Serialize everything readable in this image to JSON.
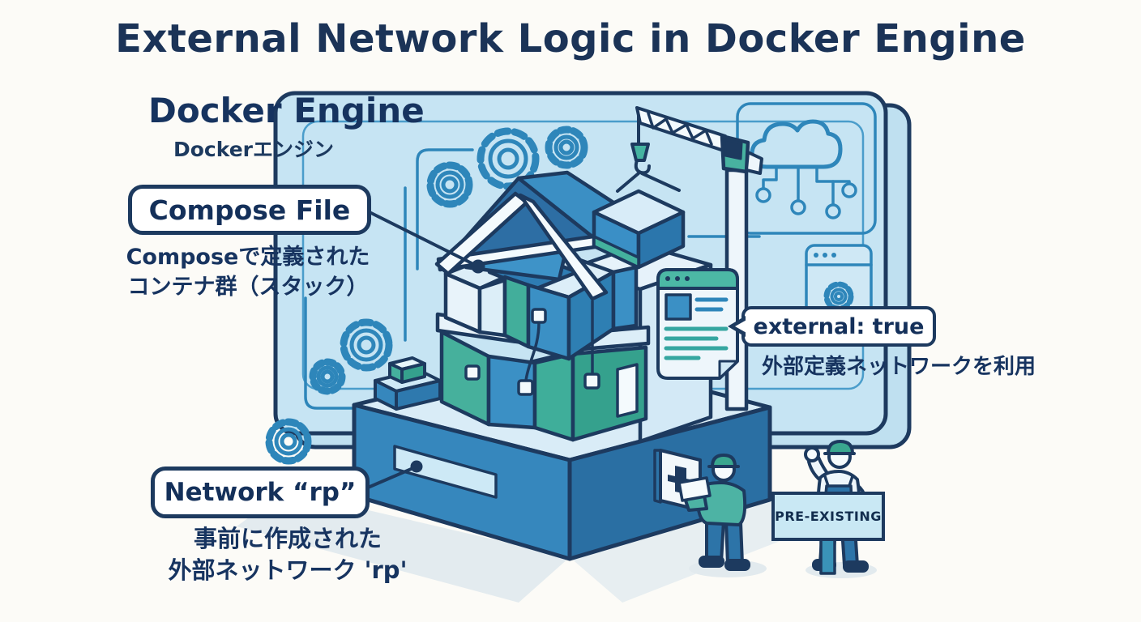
{
  "title": "External Network Logic in Docker Engine",
  "docker_engine": {
    "heading": "Docker Engine",
    "heading_jp": "Dockerエンジン"
  },
  "callouts": {
    "compose_file": {
      "label": "Compose File",
      "desc_line1": "Composeで定義された",
      "desc_line2": "コンテナ群（スタック）"
    },
    "external_true": {
      "label": "external: true",
      "desc": "外部定義ネットワークを利用"
    },
    "network_rp": {
      "label": "Network “rp”",
      "desc_line1": "事前に作成された",
      "desc_line2": "外部ネットワーク 'rp'"
    }
  },
  "sign": {
    "label": "PRE-EXISTING"
  },
  "illustration_icons": [
    "gear-icon",
    "cloud-network-icon",
    "app-window-icon",
    "crane-icon",
    "container-cube-icon",
    "compose-document-icon",
    "power-panel-icon",
    "worker-icon",
    "signpost-icon"
  ],
  "colors": {
    "title_text": "#1b3357",
    "navy_outline": "#1d3a5f",
    "panel_fill": "#c6e4f3",
    "accent_blue": "#2e86ba",
    "cube_blue": "#3b90c5",
    "cube_teal": "#45b19d",
    "deep_blue": "#2b73a8",
    "base_top": "#d9ecf7",
    "white": "#f6fbfd",
    "shadow": "#e3ebef"
  }
}
